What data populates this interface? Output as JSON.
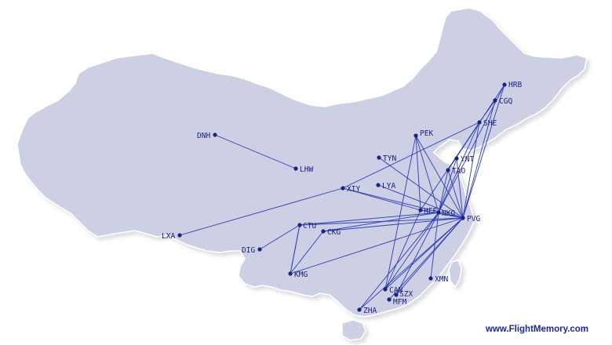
{
  "map": {
    "land_color": "#cdd0e4",
    "border_color": "#ffffff",
    "route_color": "#2e3db4",
    "label_color": "#1a237e",
    "airports": [
      {
        "code": "HRB"
      },
      {
        "code": "CGQ"
      },
      {
        "code": "SHE"
      },
      {
        "code": "PEK"
      },
      {
        "code": "YNT"
      },
      {
        "code": "TAO"
      },
      {
        "code": "TYN"
      },
      {
        "code": "XIY"
      },
      {
        "code": "LYA"
      },
      {
        "code": "HFE"
      },
      {
        "code": "NKG"
      },
      {
        "code": "PVG"
      },
      {
        "code": "CTU"
      },
      {
        "code": "CKG"
      },
      {
        "code": "DIG"
      },
      {
        "code": "KMG"
      },
      {
        "code": "XMN"
      },
      {
        "code": "CAN"
      },
      {
        "code": "SZX"
      },
      {
        "code": "MFM"
      },
      {
        "code": "ZHA"
      },
      {
        "code": "DNH"
      },
      {
        "code": "LHW"
      },
      {
        "code": "LXA"
      }
    ],
    "routes": [
      [
        "DNH",
        "LHW"
      ],
      [
        "LXA",
        "XIY"
      ],
      [
        "XIY",
        "SHE"
      ],
      [
        "XIY",
        "PVG"
      ],
      [
        "XIY",
        "HFE"
      ],
      [
        "LYA",
        "PVG"
      ],
      [
        "TYN",
        "PVG"
      ],
      [
        "PEK",
        "PVG"
      ],
      [
        "PEK",
        "NKG"
      ],
      [
        "PEK",
        "HFE"
      ],
      [
        "PEK",
        "CAN"
      ],
      [
        "SHE",
        "PVG"
      ],
      [
        "SHE",
        "NKG"
      ],
      [
        "SHE",
        "HFE"
      ],
      [
        "SHE",
        "CGQ"
      ],
      [
        "HRB",
        "PVG"
      ],
      [
        "HRB",
        "NKG"
      ],
      [
        "HRB",
        "TAO"
      ],
      [
        "CGQ",
        "PVG"
      ],
      [
        "YNT",
        "PVG"
      ],
      [
        "YNT",
        "NKG"
      ],
      [
        "TAO",
        "PVG"
      ],
      [
        "TAO",
        "NKG"
      ],
      [
        "CTU",
        "PVG"
      ],
      [
        "CTU",
        "NKG"
      ],
      [
        "CTU",
        "KMG"
      ],
      [
        "CKG",
        "PVG"
      ],
      [
        "CKG",
        "NKG"
      ],
      [
        "CKG",
        "KMG"
      ],
      [
        "KMG",
        "PVG"
      ],
      [
        "KMG",
        "CTU"
      ],
      [
        "DIG",
        "CTU"
      ],
      [
        "CAN",
        "PVG"
      ],
      [
        "CAN",
        "NKG"
      ],
      [
        "SZX",
        "PVG"
      ],
      [
        "SZX",
        "NKG"
      ],
      [
        "MFM",
        "PVG"
      ],
      [
        "ZHA",
        "PVG"
      ],
      [
        "ZHA",
        "NKG"
      ],
      [
        "XMN",
        "NKG"
      ],
      [
        "HFE",
        "CAN"
      ],
      [
        "PVG",
        "HFE"
      ]
    ]
  },
  "watermark": "www.FlightMemory.com"
}
